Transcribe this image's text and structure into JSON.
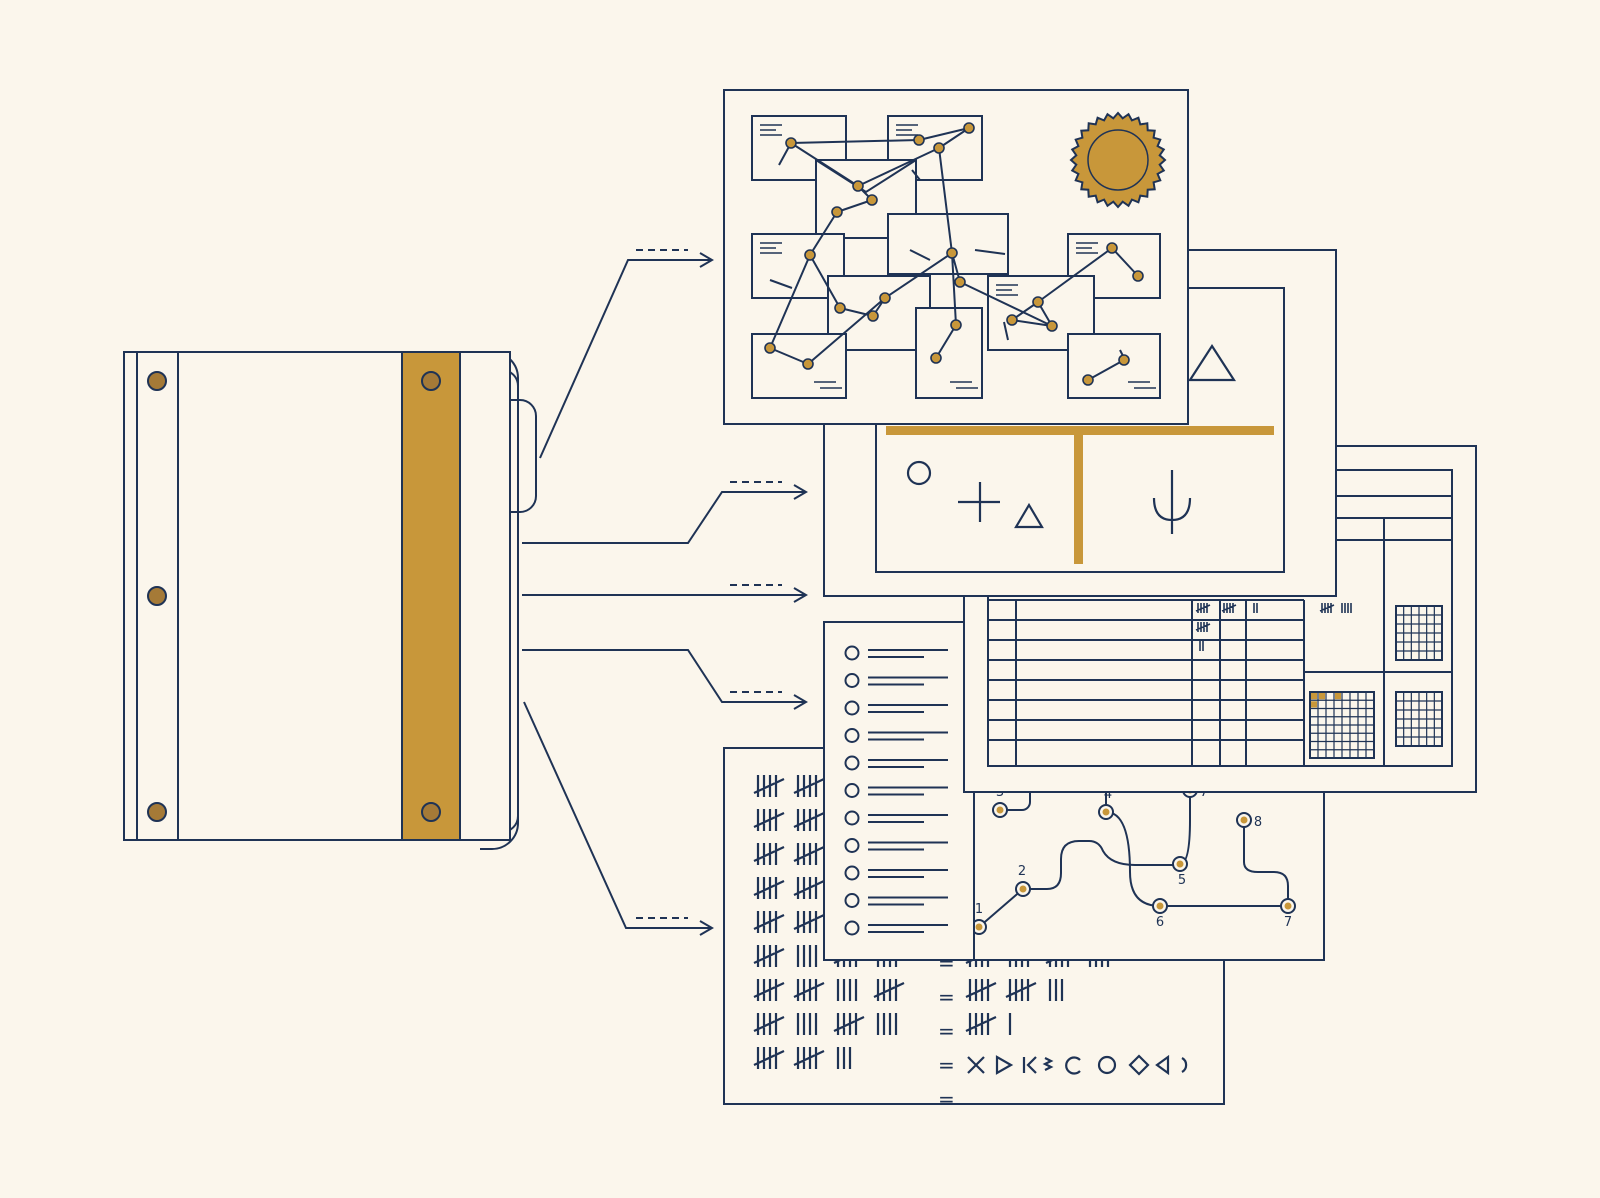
{
  "colors": {
    "background": "#fbf6ec",
    "ink": "#1f3355",
    "gold": "#c8973a",
    "paper": "#fbf6ec"
  },
  "icons": {
    "binder": "binder-icon",
    "seal": "seal-icon",
    "circle": "circle-symbol-icon",
    "cross": "cross-symbol-icon",
    "triangle": "triangle-symbol-icon",
    "psi": "psi-symbol-icon"
  },
  "route_map": {
    "node_labels": [
      "1",
      "2",
      "3",
      "4",
      "5",
      "6",
      "7",
      "7",
      "8"
    ]
  },
  "tally_sheet": {
    "equals": [
      "=",
      "=",
      "=",
      "=",
      "="
    ]
  }
}
